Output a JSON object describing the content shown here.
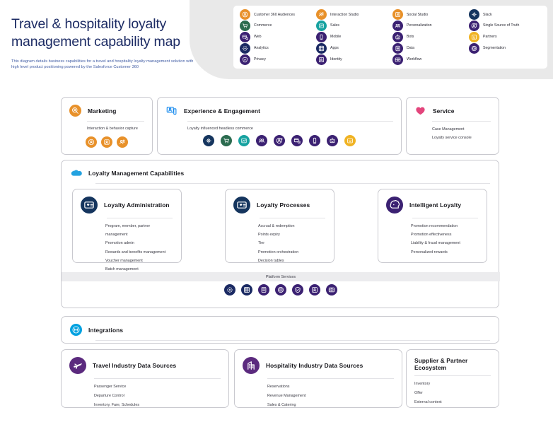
{
  "header": {
    "title": "Travel & hospitality loyalty management capability map",
    "subtitle": "This diagram details business capabilities for a travel and hospitality loyalty management solution with high level product positioning powered by the Salesforce Customer 360"
  },
  "legend": {
    "items": [
      {
        "label": "Customer 360 Audiences",
        "icon": "customer-360-audiences-icon",
        "color": "#e8912a"
      },
      {
        "label": "Interaction Studio",
        "icon": "interaction-studio-icon",
        "color": "#e8912a"
      },
      {
        "label": "Social Studio",
        "icon": "social-studio-icon",
        "color": "#e8912a"
      },
      {
        "label": "Slack",
        "icon": "slack-icon",
        "color": "#15355e"
      },
      {
        "label": "Commerce",
        "icon": "commerce-icon",
        "color": "#2b6b4f"
      },
      {
        "label": "Sales",
        "icon": "sales-icon",
        "color": "#17a2a0"
      },
      {
        "label": "Personalization",
        "icon": "personalization-icon",
        "color": "#3b2172"
      },
      {
        "label": "Single Source of Truth",
        "icon": "single-source-of-truth-icon",
        "color": "#3b2172"
      },
      {
        "label": "Web",
        "icon": "web-icon",
        "color": "#3b2172"
      },
      {
        "label": "Mobile",
        "icon": "mobile-icon",
        "color": "#3b2172"
      },
      {
        "label": "Bots",
        "icon": "bots-icon",
        "color": "#3b2172"
      },
      {
        "label": "Partners",
        "icon": "partners-icon",
        "color": "#f0b323"
      },
      {
        "label": "Analytics",
        "icon": "analytics-icon",
        "color": "#1b2a63"
      },
      {
        "label": "Apps",
        "icon": "apps-icon",
        "color": "#1b2a63"
      },
      {
        "label": "Data",
        "icon": "data-icon",
        "color": "#3b2172"
      },
      {
        "label": "Segmentation",
        "icon": "segmentation-icon",
        "color": "#3b2172"
      },
      {
        "label": "Privacy",
        "icon": "privacy-icon",
        "color": "#3b2172"
      },
      {
        "label": "Identity",
        "icon": "identity-icon",
        "color": "#3b2172"
      },
      {
        "label": "Workflow",
        "icon": "workflow-icon",
        "color": "#3b2172"
      }
    ]
  },
  "marketing": {
    "title": "Marketing",
    "header_icon": "marketing-magnifier-icon",
    "header_icon_color": "#e8912a",
    "subtext": "Interaction & behavior capture",
    "icons": [
      {
        "name": "customer-360-audiences-icon",
        "color": "#e8912a"
      },
      {
        "name": "social-studio-icon",
        "color": "#e8912a"
      },
      {
        "name": "interaction-studio-icon",
        "color": "#e8912a"
      }
    ]
  },
  "experience": {
    "title": "Experience & Engagement",
    "header_icon": "experience-screen-icon",
    "header_icon_color": "#1589ee",
    "subtext": "Loyalty influenced headless commerce",
    "icons": [
      {
        "name": "slack-icon",
        "color": "#15355e"
      },
      {
        "name": "commerce-icon",
        "color": "#2b6b4f"
      },
      {
        "name": "sales-icon",
        "color": "#17a2a0"
      },
      {
        "name": "personalization-icon",
        "color": "#3b2172"
      },
      {
        "name": "single-source-of-truth-icon",
        "color": "#3b2172"
      },
      {
        "name": "web-icon",
        "color": "#3b2172"
      },
      {
        "name": "mobile-icon",
        "color": "#3b2172"
      },
      {
        "name": "bots-icon",
        "color": "#3b2172"
      },
      {
        "name": "partners-icon",
        "color": "#f0b323"
      }
    ]
  },
  "service": {
    "title": "Service",
    "header_icon": "service-heart-icon",
    "header_icon_color": "#e3457c",
    "bullets": [
      "Case Management",
      "Loyalty service console"
    ]
  },
  "loyalty_management": {
    "title": "Loyalty Management Capabilities",
    "header_icon": "salesforce-cloud-icon",
    "header_icon_color": "#23a2e0",
    "cards": [
      {
        "title": "Loyalty Administration",
        "icon": "loyalty-card-icon",
        "icon_color": "#15355e",
        "bullets": [
          "Program, member, partner management",
          "Promotion admin",
          "Rewards and benefits management",
          "Voucher management",
          "Batch management"
        ]
      },
      {
        "title": "Loyalty Processes",
        "icon": "loyalty-card-icon",
        "icon_color": "#15355e",
        "bullets": [
          "Accrual & redemption",
          "Points expiry",
          "Tier",
          "Promotion orchestration",
          "Decision tables"
        ]
      },
      {
        "title": "Intelligent Loyalty",
        "icon": "einstein-icon",
        "icon_color": "#3b2172",
        "bullets": [
          "Promotion recommendation",
          "Promotion effectiveness",
          "Liability & fraud management",
          "Personalized rewards"
        ]
      }
    ],
    "platform_services": {
      "label": "Platform Services",
      "icons": [
        {
          "name": "analytics-icon",
          "color": "#1b2a63"
        },
        {
          "name": "apps-icon",
          "color": "#1b2a63"
        },
        {
          "name": "data-icon",
          "color": "#3b2172"
        },
        {
          "name": "segmentation-icon",
          "color": "#3b2172"
        },
        {
          "name": "privacy-icon",
          "color": "#3b2172"
        },
        {
          "name": "identity-icon",
          "color": "#3b2172"
        },
        {
          "name": "workflow-icon",
          "color": "#3b2172"
        }
      ]
    }
  },
  "integrations": {
    "title": "Integrations",
    "header_icon": "mulesoft-icon",
    "header_icon_color": "#00a1e0"
  },
  "bottom_cards": [
    {
      "id": "travel",
      "title": "Travel Industry Data Sources",
      "icon": "airplane-icon",
      "icon_color": "#5b2a7e",
      "bullets": [
        "Passenger Service",
        "Departure Control",
        "Inventory, Fare, Schedules"
      ]
    },
    {
      "id": "hospitality",
      "title": "Hospitality Industry Data Sources",
      "icon": "hotel-icon",
      "icon_color": "#5b2a7e",
      "bullets": [
        "Reservations",
        "Revenue Management",
        "Sales & Catering"
      ]
    },
    {
      "id": "supplier",
      "title": "Supplier & Partner Ecosystem",
      "icon": null,
      "bullets": [
        "Inventory",
        "Offer",
        "External context"
      ]
    }
  ]
}
